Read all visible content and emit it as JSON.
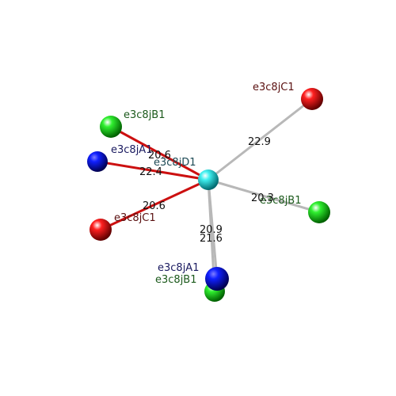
{
  "center": {
    "label": "e3c8jD1",
    "color": "#00d8e0",
    "label_color": "#1d4a55"
  },
  "atoms": [
    {
      "label": "e3c8jC1",
      "color": "#e00000",
      "label_color": "#5a1010",
      "distance": "22.9",
      "bond": "gray"
    },
    {
      "label": "e3c8jB1",
      "color": "#10d010",
      "label_color": "#1c5a1c",
      "distance": "20.6",
      "bond": "red"
    },
    {
      "label": "e3c8jA1",
      "color": "#0010e0",
      "label_color": "#1a1a60",
      "distance": "22.4",
      "bond": "red"
    },
    {
      "label": "e3c8jB1",
      "color": "#10d010",
      "label_color": "#1c5a1c",
      "distance": "20.3",
      "bond": "gray"
    },
    {
      "label": "e3c8jC1",
      "color": "#e00000",
      "label_color": "#5a1010",
      "distance": "20.6",
      "bond": "red"
    },
    {
      "label": "e3c8jB1",
      "color": "#10d010",
      "label_color": "#1c5a1c",
      "distance": "21.6",
      "bond": "gray"
    },
    {
      "label": "e3c8jA1",
      "color": "#0010e0",
      "label_color": "#1a1a60",
      "distance": "20.9",
      "bond": "gray"
    }
  ],
  "bond_colors": {
    "red": "#cc1010",
    "gray": "#b8b8b8"
  }
}
